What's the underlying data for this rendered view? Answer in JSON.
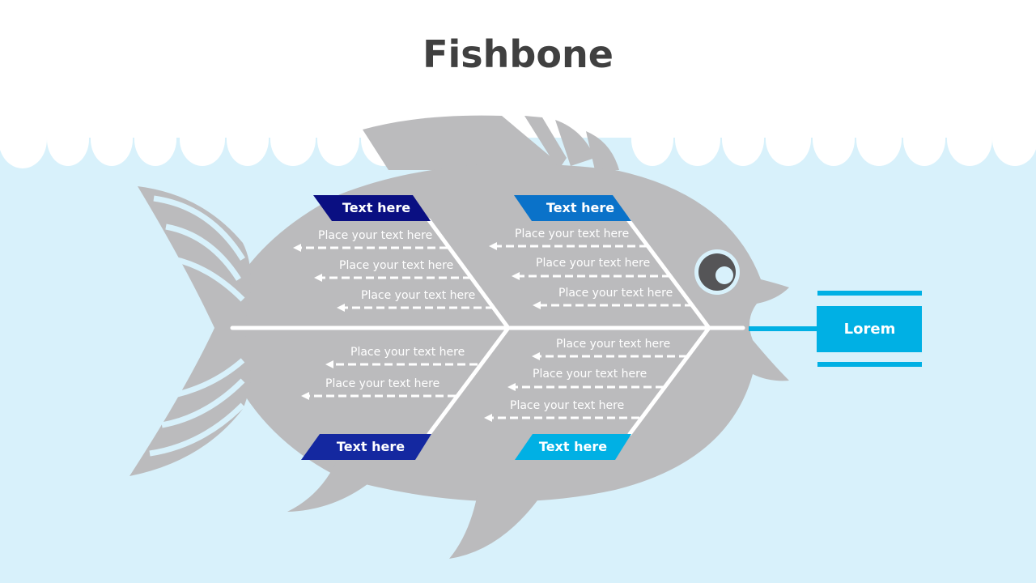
{
  "title": "Fishbone",
  "colors": {
    "water": "#d8f1fb",
    "fish": "#bbbbbd",
    "eye_dark": "#555557",
    "bone": "#ffffff",
    "cat_top_left": "#0a0f82",
    "cat_top_right": "#0a72c9",
    "cat_bottom_left": "#1428a0",
    "cat_bottom_right": "#00b0e4",
    "head_box": "#00b0e4"
  },
  "head": {
    "label": "Lorem"
  },
  "categories": [
    {
      "position": "top-left",
      "label": "Text here",
      "items": [
        "Place your text here",
        "Place your text here",
        "Place your text here"
      ]
    },
    {
      "position": "top-right",
      "label": "Text here",
      "items": [
        "Place your text here",
        "Place your text here",
        "Place your text here"
      ]
    },
    {
      "position": "bottom-left",
      "label": "Text here",
      "items": [
        "Place your text here",
        "Place your text here"
      ]
    },
    {
      "position": "bottom-right",
      "label": "Text here",
      "items": [
        "Place your text here",
        "Place your text here",
        "Place your text here"
      ]
    }
  ]
}
